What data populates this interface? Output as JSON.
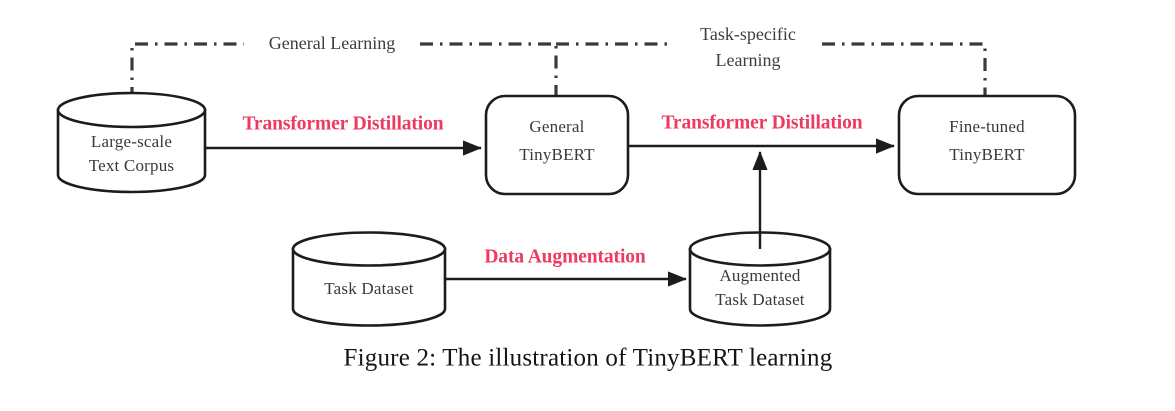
{
  "figure": {
    "caption": "Figure 2: The illustration of TinyBERT learning",
    "background_color": "#ffffff",
    "accent_color": "#ED3A5E",
    "stroke_color": "#1c1c1c",
    "text_color": "#3a3a3a"
  },
  "nodes": {
    "large_scale_text_corpus": {
      "shape": "cylinder",
      "line1": "Large-scale",
      "line2": "Text Corpus"
    },
    "general_tinybert": {
      "shape": "rounded-rect",
      "line1": "General",
      "line2": "TinyBERT"
    },
    "fine_tuned_tinybert": {
      "shape": "rounded-rect",
      "line1": "Fine-tuned",
      "line2": "TinyBERT"
    },
    "task_dataset": {
      "shape": "cylinder",
      "line1": "Task Dataset",
      "line2": ""
    },
    "augmented_task_dataset": {
      "shape": "cylinder",
      "line1": "Augmented",
      "line2": "Task Dataset"
    }
  },
  "edges": {
    "corpus_to_general": {
      "label": "Transformer Distillation",
      "color": "#ED3A5E"
    },
    "general_to_finetuned": {
      "label": "Transformer Distillation",
      "color": "#ED3A5E"
    },
    "task_to_augmented": {
      "label": "Data Augmentation",
      "color": "#ED3A5E"
    },
    "augmented_to_distillation": {
      "label": "",
      "color": "#1c1c1c"
    }
  },
  "phases": {
    "general_learning": {
      "line1": "General Learning",
      "line2": ""
    },
    "task_specific_learning": {
      "line1": "Task-specific",
      "line2": "Learning"
    }
  }
}
